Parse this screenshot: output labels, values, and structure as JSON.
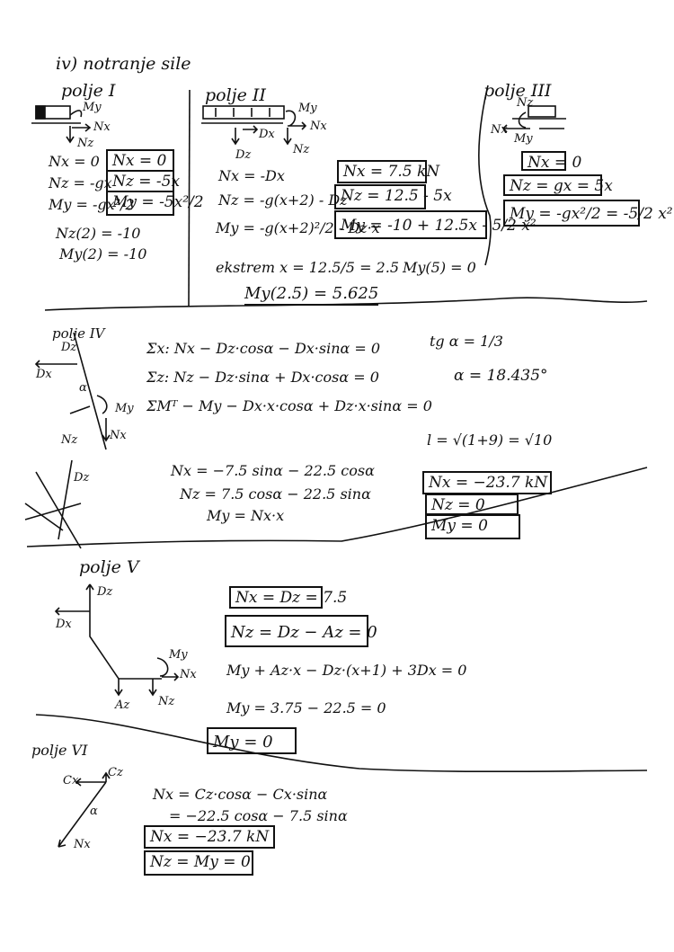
{
  "title": "iv) notranje sile",
  "field1": {
    "heading": "polje I",
    "labels": {
      "my": "My",
      "nx": "Nx",
      "nz": "Nz"
    },
    "eqs": [
      "Nx = 0",
      "Nz = -gx",
      "My = -gx²/2"
    ],
    "results": [
      "Nx = 0",
      "Nz = -5x",
      "My = -5x²/2"
    ],
    "values": [
      "Nz(2) = -10",
      "My(2) = -10"
    ]
  },
  "field2": {
    "heading": "polje II",
    "labels": {
      "my": "My",
      "nx": "Nx",
      "dx": "Dx",
      "dz": "Dz",
      "nz": "Nz"
    },
    "eqs": [
      "Nx = -Dx",
      "Nz = -g(x+2) - Dz",
      "My = -g(x+2)²/2 - Dz·x"
    ],
    "results": [
      "Nx = 7.5 kN",
      "Nz = 12.5 - 5x",
      "My = -10 + 12.5x - 5/2 x²"
    ],
    "extrem": "ekstrem  x = 12.5/5 = 2.5",
    "my5": "My(5) = 0",
    "mymax": "My(2.5) = 5.625"
  },
  "field3": {
    "heading": "polje III",
    "labels": {
      "nz": "Nz",
      "nx": "Nx",
      "my": "My"
    },
    "results": [
      "Nx = 0",
      "Nz = gx = 5x",
      "My = -gx²/2 = -5/2 x²"
    ]
  },
  "field4": {
    "heading": "polje IV",
    "labels": {
      "dz": "Dz",
      "dx": "Dx",
      "alpha": "α",
      "my": "My",
      "nz": "Nz",
      "nx": "Nx",
      "dz2": "Dz"
    },
    "eqs": [
      "Σx: Nx − Dz·cosα − Dx·sinα = 0",
      "Σz: Nz − Dz·sinα + Dx·cosα = 0",
      "ΣMᵀ − My − Dx·x·cosα + Dz·x·sinα = 0"
    ],
    "tg": "tg α = 1/3",
    "alpha": "α = 18.435°",
    "length": "l = √(1+9) = √10",
    "sol": [
      "Nx = −7.5 sinα − 22.5 cosα",
      "Nz = 7.5 cosα − 22.5 sinα",
      "My = Nx·x"
    ],
    "results": [
      "Nx = −23.7 kN",
      "Nz = 0",
      "My = 0"
    ]
  },
  "field5": {
    "heading": "polje V",
    "labels": {
      "dz": "Dz",
      "dx": "Dx",
      "my": "My",
      "nx": "Nx",
      "az": "Az",
      "nz": "Nz"
    },
    "results": [
      "Nx = Dz = 7.5",
      "Nz = Dz − Az = 0"
    ],
    "eqs": [
      "My + Az·x − Dz·(x+1) + 3Dx = 0",
      "My = 3.75 − 22.5 = 0"
    ],
    "final": "My = 0"
  },
  "field6": {
    "heading": "polje VI",
    "labels": {
      "cx": "Cx",
      "cz": "Cz",
      "alpha": "α",
      "nx": "Nx"
    },
    "eqs": [
      "Nx = Cz·cosα − Cx·sinα",
      "= −22.5 cosα − 7.5 sinα"
    ],
    "results": [
      "Nx = −23.7 kN",
      "Nz = My = 0"
    ]
  }
}
